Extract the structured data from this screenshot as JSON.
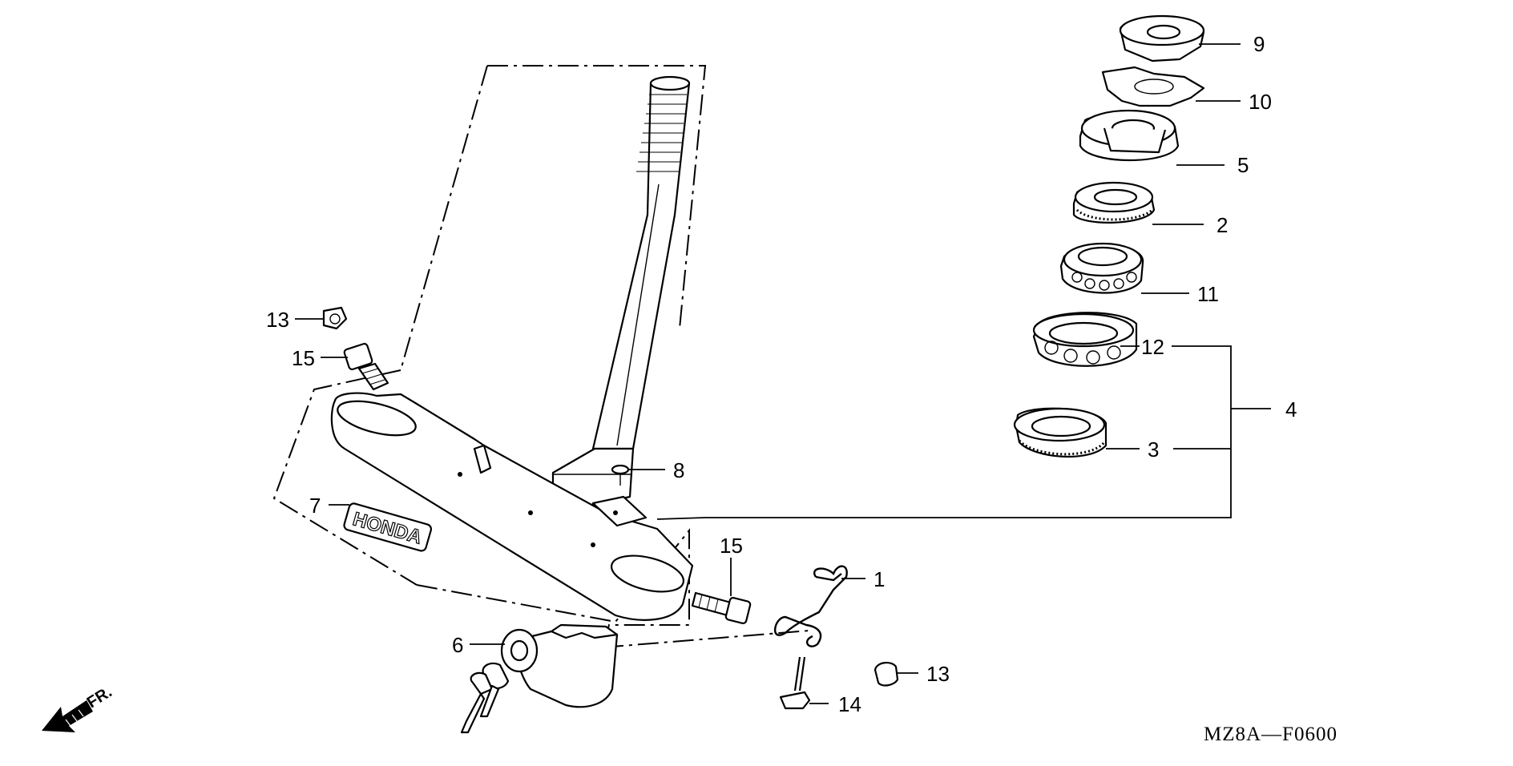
{
  "diagram": {
    "code": "MZ8A—F0600",
    "direction_label": "FR.",
    "brand_text": "HONDA",
    "callouts": {
      "c1": "1",
      "c2": "2",
      "c3": "3",
      "c4": "4",
      "c5": "5",
      "c6": "6",
      "c7": "7",
      "c8": "8",
      "c9": "9",
      "c10": "10",
      "c11": "11",
      "c12": "12",
      "c13a": "13",
      "c13b": "13",
      "c14": "14",
      "c15a": "15",
      "c15b": "15"
    }
  }
}
